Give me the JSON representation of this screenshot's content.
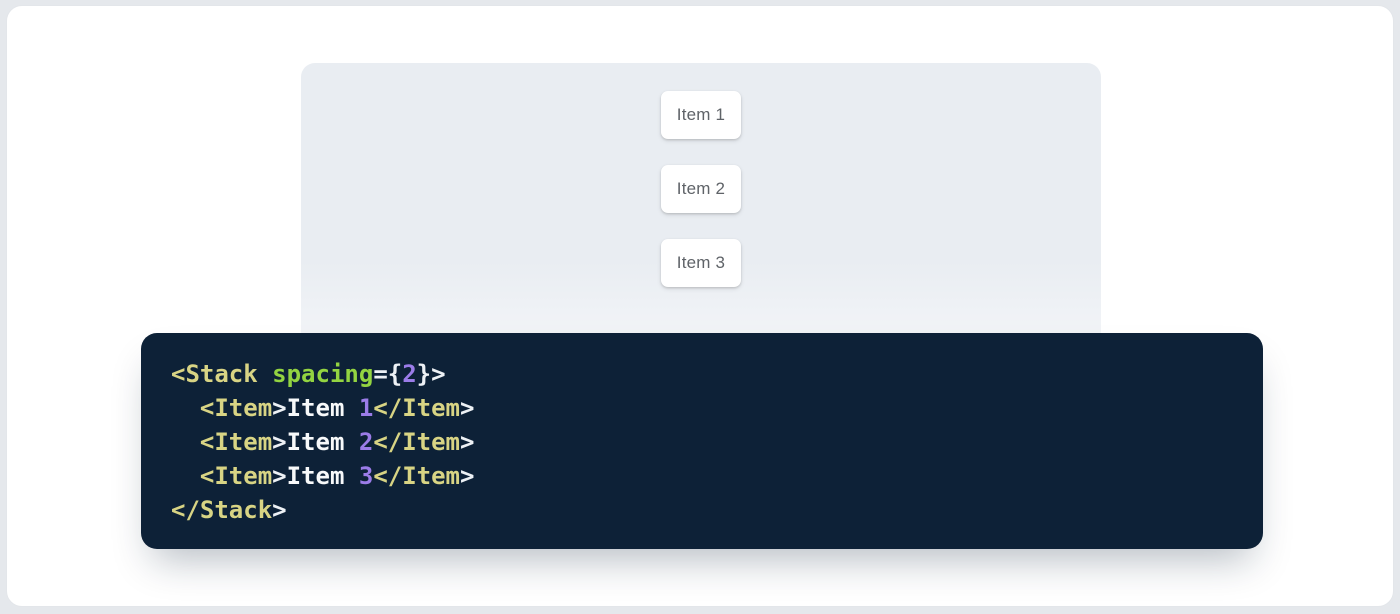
{
  "colors": {
    "page_background": "#e5e8ec",
    "card_background": "#ffffff",
    "panel_background": "#e9edf2",
    "panel_background_fade": "#f3f5f8",
    "item_text": "#5f6368",
    "code_background": "#0d2137",
    "token": {
      "tag": "#d8d484",
      "attr": "#93d441",
      "punct": "#edf1f5",
      "number": "#9b7ce8",
      "text": "#f7f9fa",
      "plain": "#e6ebf0"
    }
  },
  "preview": {
    "items": [
      "Item 1",
      "Item 2",
      "Item 3"
    ]
  },
  "code": {
    "lines": [
      [
        {
          "t": "<Stack",
          "y": "tag"
        },
        {
          "t": " ",
          "y": "plain"
        },
        {
          "t": "spacing",
          "y": "attr"
        },
        {
          "t": "={",
          "y": "punct"
        },
        {
          "t": "2",
          "y": "number"
        },
        {
          "t": "}>",
          "y": "punct"
        }
      ],
      [
        {
          "t": "  ",
          "y": "plain"
        },
        {
          "t": "<Item",
          "y": "tag"
        },
        {
          "t": ">",
          "y": "punct"
        },
        {
          "t": "Item ",
          "y": "text"
        },
        {
          "t": "1",
          "y": "number"
        },
        {
          "t": "</Item",
          "y": "tag"
        },
        {
          "t": ">",
          "y": "punct"
        }
      ],
      [
        {
          "t": "  ",
          "y": "plain"
        },
        {
          "t": "<Item",
          "y": "tag"
        },
        {
          "t": ">",
          "y": "punct"
        },
        {
          "t": "Item ",
          "y": "text"
        },
        {
          "t": "2",
          "y": "number"
        },
        {
          "t": "</Item",
          "y": "tag"
        },
        {
          "t": ">",
          "y": "punct"
        }
      ],
      [
        {
          "t": "  ",
          "y": "plain"
        },
        {
          "t": "<Item",
          "y": "tag"
        },
        {
          "t": ">",
          "y": "punct"
        },
        {
          "t": "Item ",
          "y": "text"
        },
        {
          "t": "3",
          "y": "number"
        },
        {
          "t": "</Item",
          "y": "tag"
        },
        {
          "t": ">",
          "y": "punct"
        }
      ],
      [
        {
          "t": "</Stack",
          "y": "tag"
        },
        {
          "t": ">",
          "y": "punct"
        }
      ]
    ]
  }
}
